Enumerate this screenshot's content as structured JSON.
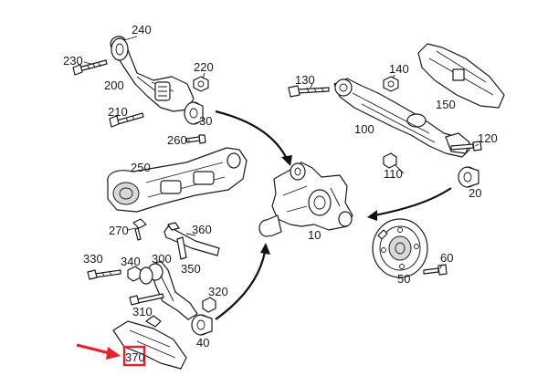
{
  "diagram": {
    "labels": [
      {
        "id": "240",
        "text": "240"
      },
      {
        "id": "230",
        "text": "230"
      },
      {
        "id": "200",
        "text": "200"
      },
      {
        "id": "220",
        "text": "220"
      },
      {
        "id": "210",
        "text": "210"
      },
      {
        "id": "30",
        "text": "30"
      },
      {
        "id": "260",
        "text": "260"
      },
      {
        "id": "250",
        "text": "250"
      },
      {
        "id": "270",
        "text": "270"
      },
      {
        "id": "360",
        "text": "360"
      },
      {
        "id": "330",
        "text": "330"
      },
      {
        "id": "340",
        "text": "340"
      },
      {
        "id": "300",
        "text": "300"
      },
      {
        "id": "350",
        "text": "350"
      },
      {
        "id": "320",
        "text": "320"
      },
      {
        "id": "310",
        "text": "310"
      },
      {
        "id": "40",
        "text": "40"
      },
      {
        "id": "370",
        "text": "370"
      },
      {
        "id": "10",
        "text": "10"
      },
      {
        "id": "130",
        "text": "130"
      },
      {
        "id": "140",
        "text": "140"
      },
      {
        "id": "150",
        "text": "150"
      },
      {
        "id": "100",
        "text": "100"
      },
      {
        "id": "120",
        "text": "120"
      },
      {
        "id": "110",
        "text": "110"
      },
      {
        "id": "20",
        "text": "20"
      },
      {
        "id": "60",
        "text": "60"
      },
      {
        "id": "50",
        "text": "50"
      }
    ],
    "highlight": {
      "part": "370",
      "color": "#e8202a"
    },
    "colors": {
      "line": "#1a1a1a",
      "highlight": "#e8202a",
      "background": "#ffffff"
    }
  }
}
